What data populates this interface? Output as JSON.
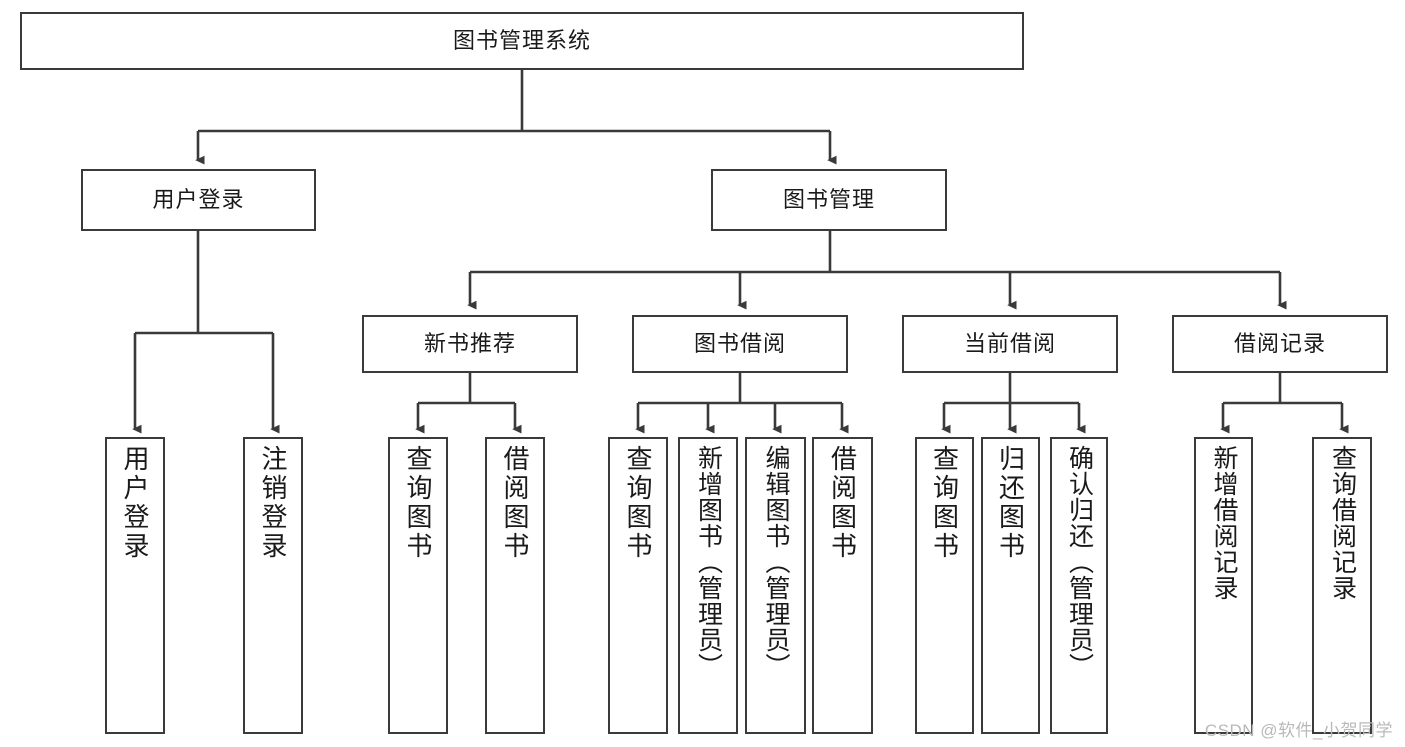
{
  "diagram": {
    "title": "图书管理系统",
    "type": "tree-hierarchy-diagram",
    "colors": {
      "box_border": "#3a3a3a",
      "box_fill": "#ffffff",
      "edge": "#3a3a3a",
      "text": "#1a1a1a",
      "watermark": "#b9b9b9"
    },
    "watermark": "CSDN @软件_小贺同学",
    "nodes": {
      "root": {
        "label": "图书管理系统"
      },
      "level1": [
        {
          "id": "user-login",
          "label": "用户登录"
        },
        {
          "id": "book-manage",
          "label": "图书管理"
        }
      ],
      "level2": [
        {
          "id": "new-book-recommend",
          "label": "新书推荐"
        },
        {
          "id": "book-borrow",
          "label": "图书借阅"
        },
        {
          "id": "current-borrow",
          "label": "当前借阅"
        },
        {
          "id": "borrow-record",
          "label": "借阅记录"
        }
      ],
      "leaves": {
        "user-login": [
          {
            "id": "leaf-user-login",
            "label": "用户登录"
          },
          {
            "id": "leaf-user-logout",
            "label": "注销登录"
          }
        ],
        "new-book-recommend": [
          {
            "id": "leaf-query-book-1",
            "label": "查询图书"
          },
          {
            "id": "leaf-borrow-book-1",
            "label": "借阅图书"
          }
        ],
        "book-borrow": [
          {
            "id": "leaf-query-book-2",
            "label": "查询图书"
          },
          {
            "id": "leaf-add-book",
            "label": "新增图书（管理员）"
          },
          {
            "id": "leaf-edit-book",
            "label": "编辑图书（管理员）"
          },
          {
            "id": "leaf-borrow-book-2",
            "label": "借阅图书"
          }
        ],
        "current-borrow": [
          {
            "id": "leaf-query-book-3",
            "label": "查询图书"
          },
          {
            "id": "leaf-return-book",
            "label": "归还图书"
          },
          {
            "id": "leaf-confirm-return",
            "label": "确认归还（管理员）"
          }
        ],
        "borrow-record": [
          {
            "id": "leaf-add-record",
            "label": "新增借阅记录"
          },
          {
            "id": "leaf-query-record",
            "label": "查询借阅记录"
          }
        ]
      }
    }
  }
}
